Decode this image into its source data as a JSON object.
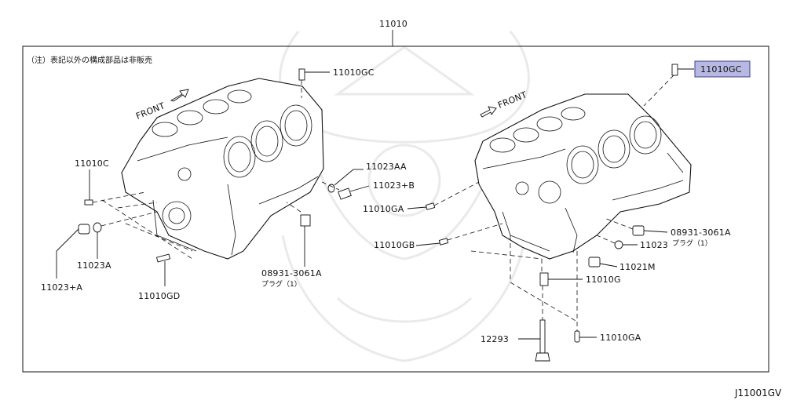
{
  "diagram": {
    "top_label": "11010",
    "note": "（注）表記以外の構成部品は非販売",
    "footer_code": "J11001GV",
    "highlight_color": "#b7b9e3",
    "left_block": {
      "front_label": "FRONT",
      "parts": {
        "p_11010GC": "11010GC",
        "p_11010C": "11010C",
        "p_11023AA": "11023AA",
        "p_11023B": "11023+B",
        "p_11023A": "11023A",
        "p_11023pA": "11023+A",
        "p_11010GD": "11010GD",
        "p_08931": "08931-3061A",
        "p_plug": "プラグ（1）"
      }
    },
    "right_block": {
      "front_label": "FRONT",
      "parts": {
        "p_11010GC_hl": "11010GC",
        "p_11010GA": "11010GA",
        "p_11010GB": "11010GB",
        "p_08931": "08931-3061A",
        "p_plug": "プラグ（1）",
        "p_11023": "11023",
        "p_11021M": "11021M",
        "p_11010G": "11010G",
        "p_12293": "12293",
        "p_11010GA_b": "11010GA"
      }
    }
  }
}
